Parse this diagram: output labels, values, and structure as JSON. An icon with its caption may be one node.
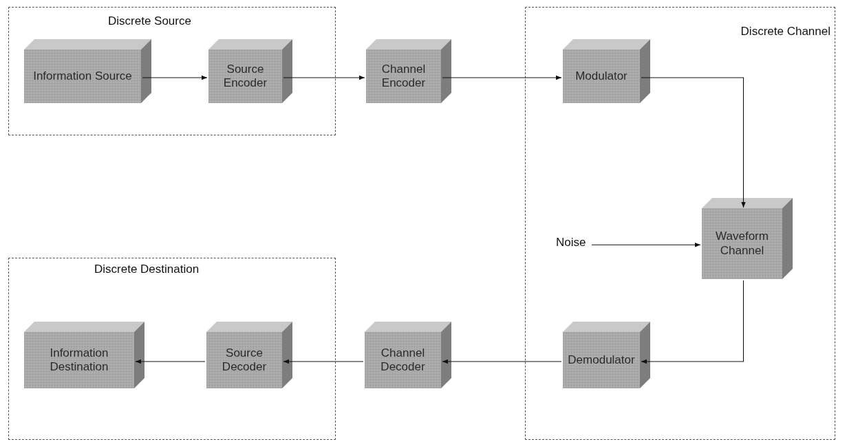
{
  "diagram": {
    "nodes": [
      {
        "text": [
          "Discrete Source"
        ]
      },
      {
        "text": [
          "Information Source"
        ],
        "in": 0
      },
      {
        "text": [
          "Source Encoder"
        ],
        "in": 0
      },
      {
        "text": [
          "Channel Encoder"
        ]
      },
      {
        "text": [
          "Discrete Channel"
        ]
      },
      {
        "text": [
          "Modulator"
        ],
        "in": 4
      },
      {
        "text": [
          "Noise"
        ],
        "in": 4
      },
      {
        "text": [
          "Waveform Channel"
        ],
        "in": 4
      },
      {
        "text": [
          "Demodulator"
        ],
        "in": 4
      },
      {
        "text": [
          "Channel Decoder"
        ]
      },
      {
        "text": [
          "Discrete Destination"
        ]
      },
      {
        "text": [
          "Source Decoder"
        ],
        "in": 10
      },
      {
        "text": [
          "Information Destination"
        ],
        "in": 10
      }
    ],
    "edges": [
      {
        "from": 1,
        "to": 2,
        "arrow": "to"
      },
      {
        "from": 2,
        "to": 3,
        "arrow": "to"
      },
      {
        "from": 3,
        "to": 5,
        "arrow": "to"
      },
      {
        "from": 5,
        "to": 7,
        "arrow": "to"
      },
      {
        "from": 6,
        "to": 7,
        "arrow": "to"
      },
      {
        "from": 7,
        "to": 8,
        "arrow": "to"
      },
      {
        "from": 8,
        "to": 9,
        "arrow": "to"
      },
      {
        "from": 9,
        "to": 11,
        "arrow": "to"
      },
      {
        "from": 11,
        "to": 12,
        "arrow": "to"
      }
    ]
  }
}
